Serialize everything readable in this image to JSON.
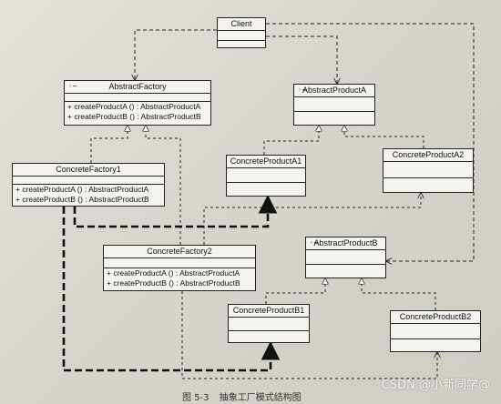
{
  "diagram": {
    "client": {
      "name": "Client"
    },
    "abstract_factory": {
      "name": "AbstractFactory",
      "ops": [
        "+ createProductA () : AbstractProductA",
        "+ createProductB () : AbstractProductB"
      ]
    },
    "concrete_factory1": {
      "name": "ConcreteFactory1",
      "ops": [
        "+ createProductA () : AbstractProductA",
        "+ createProductB () : AbstractProductB"
      ]
    },
    "concrete_factory2": {
      "name": "ConcreteFactory2",
      "ops": [
        "+ createProductA () : AbstractProductA",
        "+ createProductB () : AbstractProductB"
      ]
    },
    "abstract_product_a": {
      "name": "AbstractProductA"
    },
    "concrete_product_a1": {
      "name": "ConcreteProductA1"
    },
    "concrete_product_a2": {
      "name": "ConcreteProductA2"
    },
    "abstract_product_b": {
      "name": "AbstractProductB"
    },
    "concrete_product_b1": {
      "name": "ConcreteProductB1"
    },
    "concrete_product_b2": {
      "name": "ConcreteProductB2"
    }
  },
  "caption": {
    "figure_no": "图 5-3",
    "title": "抽象工厂模式结构图"
  },
  "watermark": "CSDN @小新同学@",
  "colors": {
    "paper": "#dcd9d2",
    "ink": "#111111",
    "box": "#f4f3ef",
    "watermark": "#f7f7f7"
  }
}
